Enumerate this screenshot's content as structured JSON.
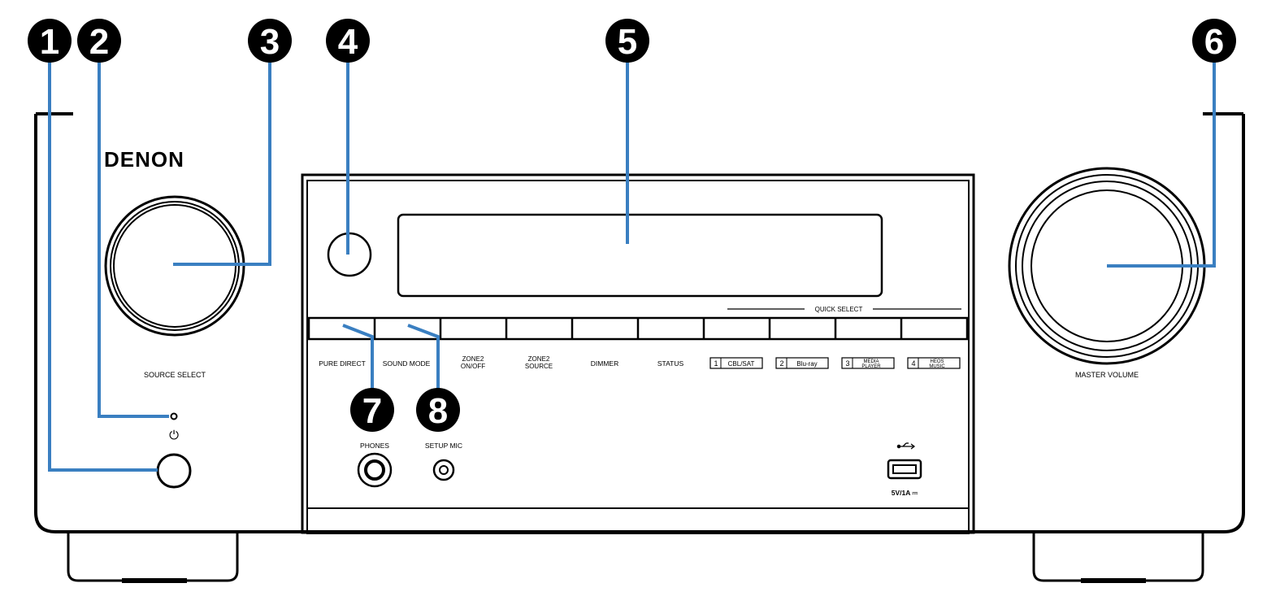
{
  "brand": "DENON",
  "labels": {
    "source_select": "SOURCE SELECT",
    "master_volume": "MASTER VOLUME",
    "quick_select": "QUICK SELECT",
    "phones": "PHONES",
    "setup_mic": "SETUP MIC",
    "usb_rating": "5V/1A ⎓",
    "power_symbol": "⏻"
  },
  "buttons": {
    "pure_direct": "PURE DIRECT",
    "sound_mode": "SOUND MODE",
    "zone2_onoff_1": "ZONE2",
    "zone2_onoff_2": "ON/OFF",
    "zone2_source_1": "ZONE2",
    "zone2_source_2": "SOURCE",
    "dimmer": "DIMMER",
    "status": "STATUS"
  },
  "quick_select": [
    {
      "num": "1",
      "line1": "CBL/SAT",
      "line2": ""
    },
    {
      "num": "2",
      "line1": "Blu-ray",
      "line2": ""
    },
    {
      "num": "3",
      "line1": "MEDIA",
      "line2": "PLAYER"
    },
    {
      "num": "4",
      "line1": "HEOS",
      "line2": "MUSIC"
    }
  ],
  "callouts": [
    "1",
    "2",
    "3",
    "4",
    "5",
    "6",
    "7",
    "8"
  ],
  "colors": {
    "leader": "#3a7fc1",
    "outline": "#000000",
    "callout_fill": "#000000"
  }
}
